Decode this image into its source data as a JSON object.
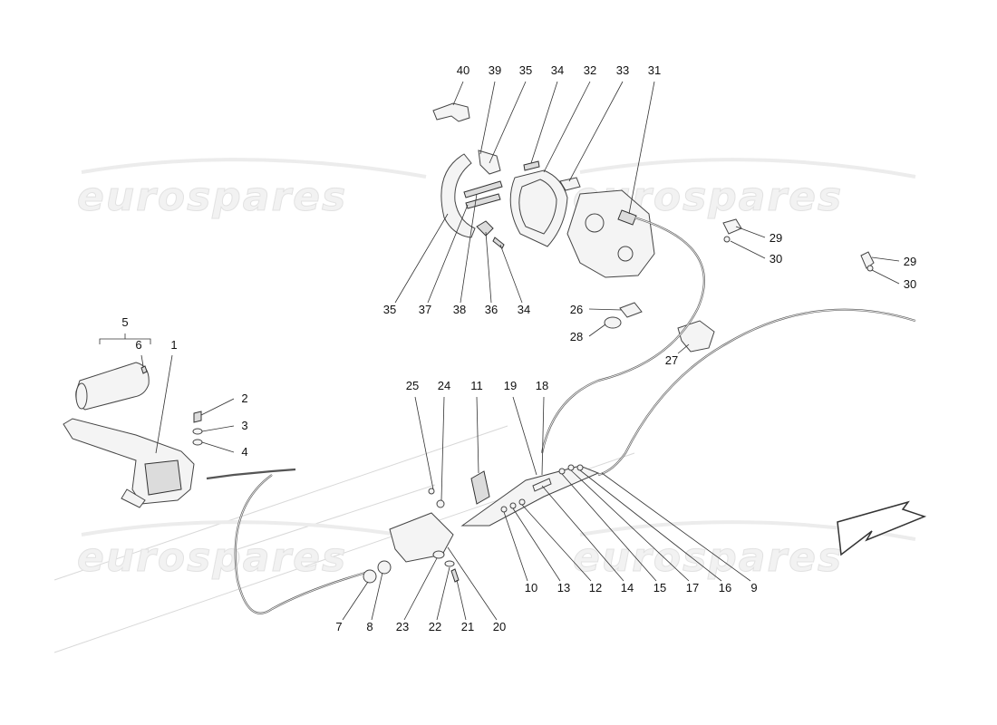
{
  "watermark": {
    "text": "eurospares"
  },
  "callouts": [
    {
      "id": "40",
      "label": "40"
    },
    {
      "id": "39",
      "label": "39"
    },
    {
      "id": "35a",
      "label": "35"
    },
    {
      "id": "34a",
      "label": "34"
    },
    {
      "id": "32",
      "label": "32"
    },
    {
      "id": "33",
      "label": "33"
    },
    {
      "id": "31",
      "label": "31"
    },
    {
      "id": "29a",
      "label": "29"
    },
    {
      "id": "30a",
      "label": "30"
    },
    {
      "id": "29b",
      "label": "29"
    },
    {
      "id": "30b",
      "label": "30"
    },
    {
      "id": "35b",
      "label": "35"
    },
    {
      "id": "37",
      "label": "37"
    },
    {
      "id": "38",
      "label": "38"
    },
    {
      "id": "36",
      "label": "36"
    },
    {
      "id": "34b",
      "label": "34"
    },
    {
      "id": "26",
      "label": "26"
    },
    {
      "id": "28",
      "label": "28"
    },
    {
      "id": "27",
      "label": "27"
    },
    {
      "id": "5",
      "label": "5"
    },
    {
      "id": "6",
      "label": "6"
    },
    {
      "id": "1",
      "label": "1"
    },
    {
      "id": "2",
      "label": "2"
    },
    {
      "id": "3",
      "label": "3"
    },
    {
      "id": "4",
      "label": "4"
    },
    {
      "id": "25",
      "label": "25"
    },
    {
      "id": "24",
      "label": "24"
    },
    {
      "id": "11",
      "label": "11"
    },
    {
      "id": "19",
      "label": "19"
    },
    {
      "id": "18",
      "label": "18"
    },
    {
      "id": "10",
      "label": "10"
    },
    {
      "id": "13",
      "label": "13"
    },
    {
      "id": "12",
      "label": "12"
    },
    {
      "id": "14",
      "label": "14"
    },
    {
      "id": "15",
      "label": "15"
    },
    {
      "id": "17",
      "label": "17"
    },
    {
      "id": "16",
      "label": "16"
    },
    {
      "id": "9",
      "label": "9"
    },
    {
      "id": "7",
      "label": "7"
    },
    {
      "id": "8",
      "label": "8"
    },
    {
      "id": "23",
      "label": "23"
    },
    {
      "id": "22",
      "label": "22"
    },
    {
      "id": "21",
      "label": "21"
    },
    {
      "id": "20",
      "label": "20"
    }
  ]
}
